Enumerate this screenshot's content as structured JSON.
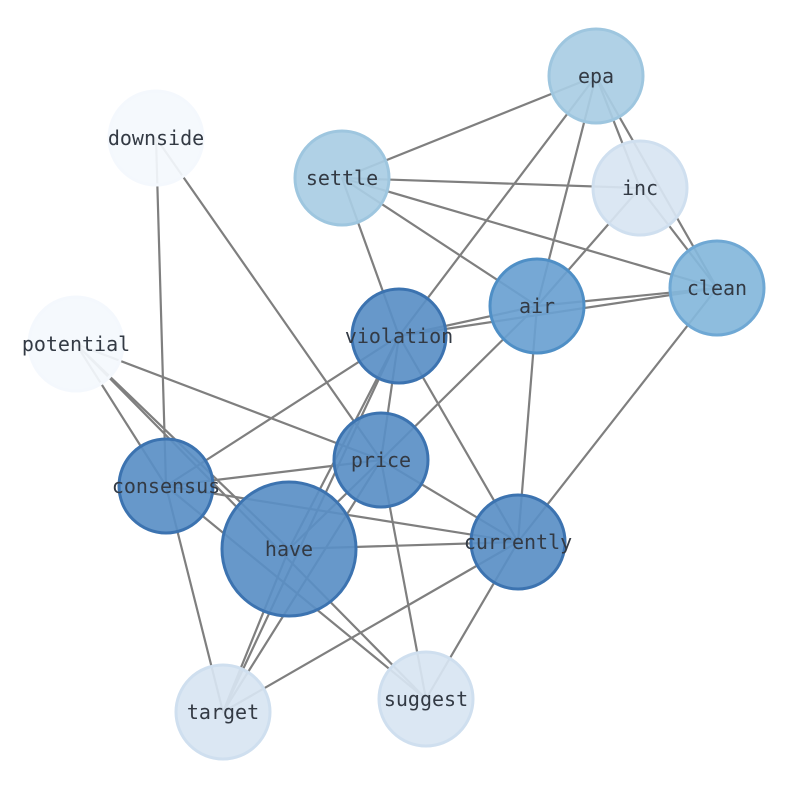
{
  "graph": {
    "nodes": [
      {
        "id": "epa",
        "label": "epa",
        "fill": "#a9cde4",
        "stroke": "#9ec6df"
      },
      {
        "id": "downside",
        "label": "downside",
        "fill": "#f4f8fd",
        "stroke": "#f4f8fd"
      },
      {
        "id": "settle",
        "label": "settle",
        "fill": "#a9cde4",
        "stroke": "#9ec6df"
      },
      {
        "id": "inc",
        "label": "inc",
        "fill": "#d8e5f2",
        "stroke": "#cfdfef"
      },
      {
        "id": "clean",
        "label": "clean",
        "fill": "#84b7db",
        "stroke": "#6fa8d4"
      },
      {
        "id": "air",
        "label": "air",
        "fill": "#6aa1d1",
        "stroke": "#4f8fc6"
      },
      {
        "id": "violation",
        "label": "violation",
        "fill": "#5a8fc6",
        "stroke": "#3c73b0"
      },
      {
        "id": "potential",
        "label": "potential",
        "fill": "#f4f8fd",
        "stroke": "#f4f8fd"
      },
      {
        "id": "price",
        "label": "price",
        "fill": "#5a8fc6",
        "stroke": "#3c73b0"
      },
      {
        "id": "consensus",
        "label": "consensus",
        "fill": "#5a8fc6",
        "stroke": "#3c73b0"
      },
      {
        "id": "have",
        "label": "have",
        "fill": "#5a8fc6",
        "stroke": "#3c73b0"
      },
      {
        "id": "currently",
        "label": "currently",
        "fill": "#5a8fc6",
        "stroke": "#3c73b0"
      },
      {
        "id": "target",
        "label": "target",
        "fill": "#d8e5f2",
        "stroke": "#cfdfef"
      },
      {
        "id": "suggest",
        "label": "suggest",
        "fill": "#d8e5f2",
        "stroke": "#cfdfef"
      }
    ],
    "edges": [
      [
        "epa",
        "settle"
      ],
      [
        "epa",
        "inc"
      ],
      [
        "epa",
        "clean"
      ],
      [
        "epa",
        "air"
      ],
      [
        "epa",
        "violation"
      ],
      [
        "settle",
        "inc"
      ],
      [
        "settle",
        "clean"
      ],
      [
        "settle",
        "air"
      ],
      [
        "settle",
        "violation"
      ],
      [
        "inc",
        "clean"
      ],
      [
        "inc",
        "air"
      ],
      [
        "clean",
        "air"
      ],
      [
        "clean",
        "violation"
      ],
      [
        "clean",
        "currently"
      ],
      [
        "air",
        "violation"
      ],
      [
        "air",
        "price"
      ],
      [
        "air",
        "currently"
      ],
      [
        "downside",
        "consensus"
      ],
      [
        "downside",
        "price"
      ],
      [
        "violation",
        "consensus"
      ],
      [
        "violation",
        "price"
      ],
      [
        "violation",
        "have"
      ],
      [
        "violation",
        "currently"
      ],
      [
        "violation",
        "target"
      ],
      [
        "potential",
        "price"
      ],
      [
        "potential",
        "consensus"
      ],
      [
        "potential",
        "have"
      ],
      [
        "potential",
        "suggest"
      ],
      [
        "price",
        "consensus"
      ],
      [
        "price",
        "have"
      ],
      [
        "price",
        "currently"
      ],
      [
        "price",
        "target"
      ],
      [
        "price",
        "suggest"
      ],
      [
        "consensus",
        "currently"
      ],
      [
        "consensus",
        "target"
      ],
      [
        "consensus",
        "suggest"
      ],
      [
        "have",
        "currently"
      ],
      [
        "have",
        "target"
      ],
      [
        "currently",
        "target"
      ],
      [
        "currently",
        "suggest"
      ]
    ]
  }
}
